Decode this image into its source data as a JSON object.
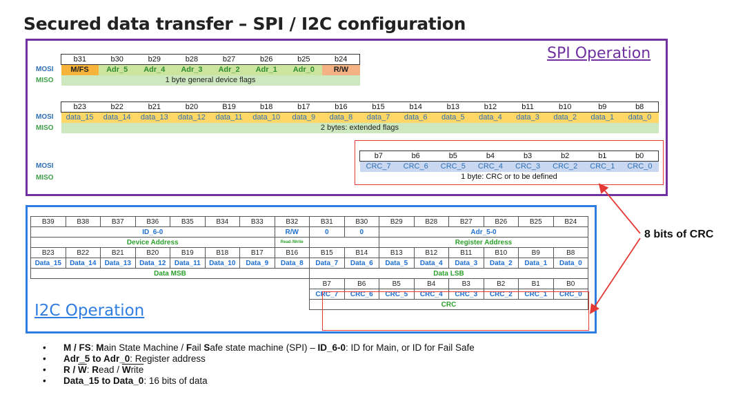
{
  "title": "Secured data transfer – SPI / I2C configuration",
  "spi": {
    "label": "SPI Operation",
    "rows": {
      "mosi": "MOSI",
      "miso": "MISO"
    },
    "byte1": {
      "bits": [
        "b31",
        "b30",
        "b29",
        "b28",
        "b27",
        "b26",
        "b25",
        "b24"
      ],
      "mosi": [
        "M/FS",
        "Adr_5",
        "Adr_4",
        "Adr_3",
        "Adr_2",
        "Adr_1",
        "Adr_0",
        "R/W"
      ],
      "miso": "1 byte general device flags"
    },
    "byte23": {
      "bits": [
        "b23",
        "b22",
        "b21",
        "b20",
        "B19",
        "b18",
        "b17",
        "b16",
        "b15",
        "b14",
        "b13",
        "b12",
        "b11",
        "b10",
        "b9",
        "b8"
      ],
      "mosi": [
        "data_15",
        "data_14",
        "data_13",
        "data_12",
        "data_11",
        "data_10",
        "data_9",
        "data_8",
        "data_7",
        "data_6",
        "data_5",
        "data_4",
        "data_3",
        "data_2",
        "data_1",
        "data_0"
      ],
      "miso": "2 bytes: extended flags"
    },
    "byte4": {
      "bits": [
        "b7",
        "b6",
        "b5",
        "b4",
        "b3",
        "b2",
        "b1",
        "b0"
      ],
      "mosi": [
        "CRC_7",
        "CRC_6",
        "CRC_5",
        "CRC_4",
        "CRC_3",
        "CRC_2",
        "CRC_1",
        "CRC_0"
      ],
      "miso": "1 byte: CRC or to be defined"
    }
  },
  "i2c": {
    "label": "I2C Operation",
    "row1_bits": [
      "B39",
      "B38",
      "B37",
      "B36",
      "B35",
      "B34",
      "B33",
      "B32",
      "B31",
      "B30",
      "B29",
      "B28",
      "B27",
      "B26",
      "B25",
      "B24"
    ],
    "row2": {
      "id": "ID_6-0",
      "rw": "R/W",
      "z1": "0",
      "z2": "0",
      "adr": "Adr_5-0"
    },
    "row3": {
      "device": "Device Address",
      "rw": "Read /Write",
      "register": "Register Address"
    },
    "row4_bits": [
      "B23",
      "B22",
      "B21",
      "B20",
      "B19",
      "B18",
      "B17",
      "B16",
      "B15",
      "B14",
      "B13",
      "B12",
      "B11",
      "B10",
      "B9",
      "B8"
    ],
    "row5_data": [
      "Data_15",
      "Data_14",
      "Data_13",
      "Data_12",
      "Data_11",
      "Data_10",
      "Data_9",
      "Data_8",
      "Data_7",
      "Data_6",
      "Data_5",
      "Data_4",
      "Data_3",
      "Data_2",
      "Data_1",
      "Data_0"
    ],
    "row6": {
      "msb": "Data MSB",
      "lsb": "Data LSB"
    },
    "row7_bits": [
      "B7",
      "B6",
      "B5",
      "B4",
      "B3",
      "B2",
      "B1",
      "B0"
    ],
    "row8_crc": [
      "CRC_7",
      "CRC_6",
      "CRC_5",
      "CRC_4",
      "CRC_3",
      "CRC_2",
      "CRC_1",
      "CRC_0"
    ],
    "row9": {
      "crc": "CRC"
    }
  },
  "annotation": "8 bits of CRC",
  "bullets": [
    {
      "marker": "•",
      "parts": [
        {
          "t": "M / FS",
          "b": true
        },
        {
          "t": ": "
        },
        {
          "t": "M",
          "b": true
        },
        {
          "t": "ain State Machine / "
        },
        {
          "t": "F",
          "b": true
        },
        {
          "t": "ail "
        },
        {
          "t": "S",
          "b": true
        },
        {
          "t": "afe state machine (SPI) – "
        },
        {
          "t": "ID_6-0",
          "b": true
        },
        {
          "t": ": ID for Main, or ID for Fail Safe"
        }
      ]
    },
    {
      "marker": "•",
      "parts": [
        {
          "t": "Adr_5 to Adr_0",
          "b": true
        },
        {
          "t": ": Register address"
        }
      ]
    },
    {
      "marker": "•",
      "parts": [
        {
          "t": "R / ",
          "b": true
        },
        {
          "t": "W",
          "b": true,
          "o": true
        },
        {
          "t": ": "
        },
        {
          "t": "R",
          "b": true
        },
        {
          "t": "ead / "
        },
        {
          "t": "W",
          "b": true,
          "o": true
        },
        {
          "t": "rite",
          "o": true
        }
      ]
    },
    {
      "marker": "•",
      "parts": [
        {
          "t": "Data_15 to Data_0",
          "b": true
        },
        {
          "t": ": 16 bits of data"
        }
      ]
    }
  ],
  "colors": {
    "spi_border": "#7030a0",
    "i2c_border": "#2f7de1",
    "crc_highlight": "#e53935",
    "mfs": "#f7b33a",
    "adr": "#cce59e",
    "rw": "#f4b183",
    "data": "#fed766",
    "crc": "#c9d8f0"
  }
}
